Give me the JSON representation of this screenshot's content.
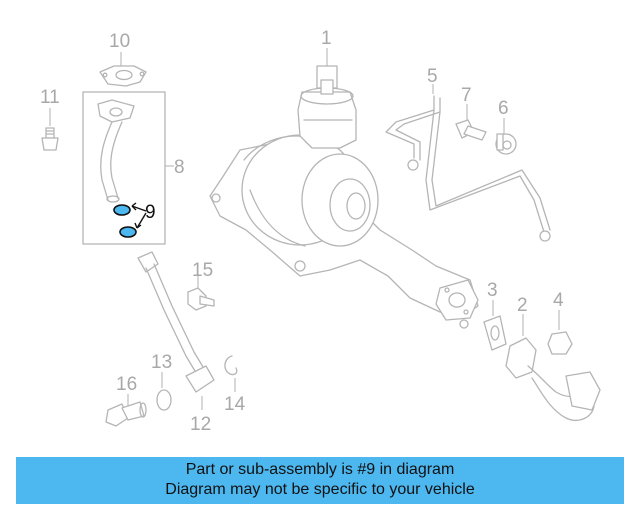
{
  "diagram": {
    "callouts": [
      "1",
      "2",
      "3",
      "4",
      "5",
      "6",
      "7",
      "8",
      "9",
      "10",
      "11",
      "12",
      "13",
      "14",
      "15",
      "16"
    ],
    "highlighted": "9",
    "colors": {
      "highlight": "#4db7f0",
      "part_stroke": "#b5b5b5",
      "label": "#a8a8a8"
    }
  },
  "banner": {
    "line1": "Part or sub-assembly is #9 in diagram",
    "line2": "Diagram may not be specific to your vehicle"
  }
}
